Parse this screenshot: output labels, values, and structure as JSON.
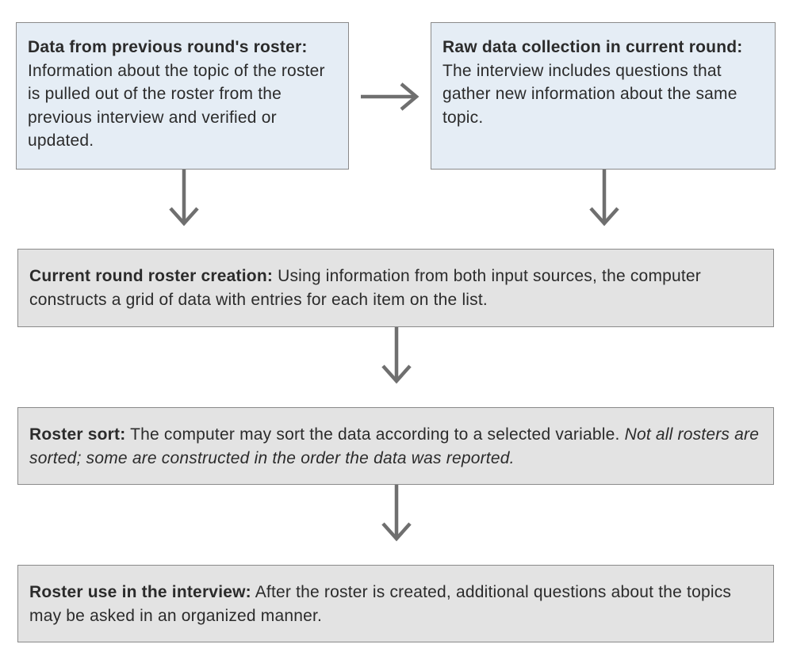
{
  "boxes": {
    "previous_round": {
      "lead": "Data from previous round's roster:",
      "text": " Information about the topic of the roster is pulled out of the roster from the previous interview and verified or updated."
    },
    "raw_data": {
      "lead": "Raw data collection in current round:",
      "text": " The interview includes questions that gather new information about the same topic."
    },
    "roster_creation": {
      "lead": "Current round roster creation:",
      "text": " Using information from both input sources, the computer constructs a grid of data with entries for each item on the list."
    },
    "roster_sort": {
      "lead": "Roster sort:",
      "text": " The computer may sort the data according to a selected variable. ",
      "italic": "Not all rosters are sorted; some are constructed in the order the data was reported."
    },
    "roster_use": {
      "lead": "Roster use in the interview:",
      "text": " After the roster is created, additional questions about the topics may be asked in an organized manner."
    }
  },
  "colors": {
    "input_box_fill": "#e5edf5",
    "process_box_fill": "#e3e3e3",
    "border": "#8a8a8a",
    "arrow": "#6f6f6f",
    "text": "#2b2b2b"
  }
}
